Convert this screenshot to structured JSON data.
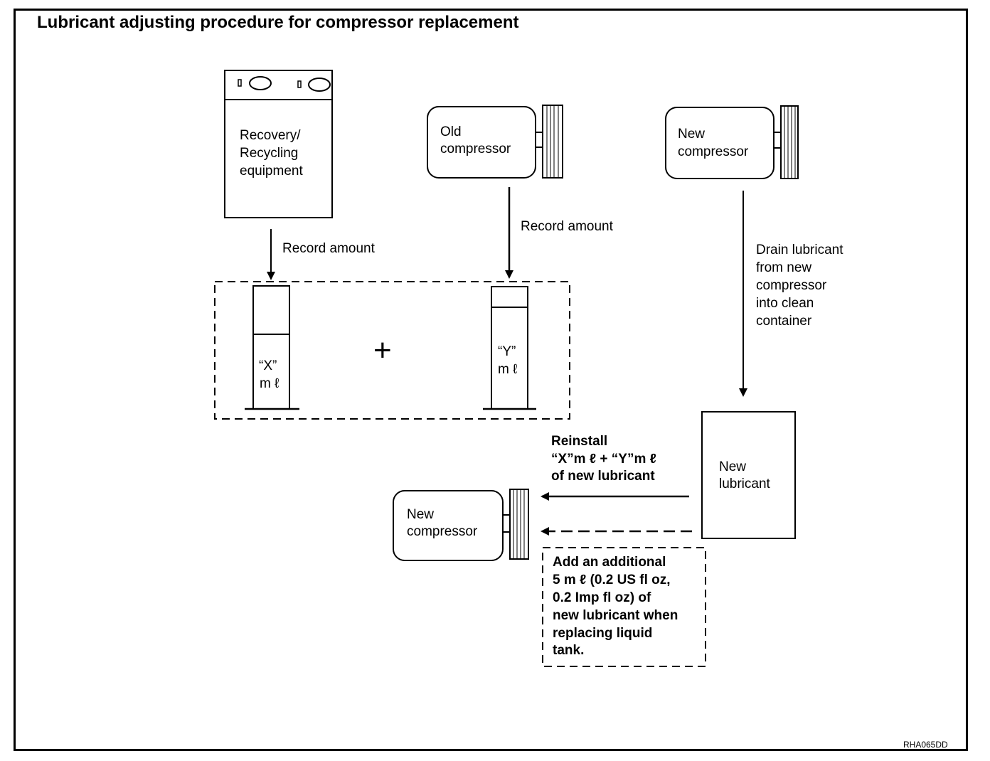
{
  "title": "Lubricant adjusting procedure for compressor replacement",
  "figure_code": "RHA065DD",
  "recovery_equipment": {
    "line1": "Recovery/",
    "line2": "Recycling",
    "line3": "equipment"
  },
  "old_compressor": {
    "line1": "Old",
    "line2": "compressor"
  },
  "new_compressor_top": {
    "line1": "New",
    "line2": "compressor"
  },
  "new_compressor_bottom": {
    "line1": "New",
    "line2": "compressor"
  },
  "record_amount_left": "Record amount",
  "record_amount_right": "Record amount",
  "drain_note": [
    "Drain lubricant",
    "from new",
    "compressor",
    "into clean",
    "container"
  ],
  "cylinder_x": {
    "label": "“X”",
    "unit": "m ℓ"
  },
  "cylinder_y": {
    "label": "“Y”",
    "unit": "m ℓ"
  },
  "plus_sign": "+",
  "new_lubricant": {
    "line1": "New",
    "line2": "lubricant"
  },
  "reinstall_note": [
    "Reinstall",
    "“X”m ℓ  +  “Y”m ℓ",
    "of new lubricant"
  ],
  "additional_note": [
    "Add an additional",
    "5 m ℓ  (0.2 US fl oz,",
    "0.2 Imp fl oz) of",
    "new lubricant when",
    "replacing liquid",
    "tank."
  ]
}
